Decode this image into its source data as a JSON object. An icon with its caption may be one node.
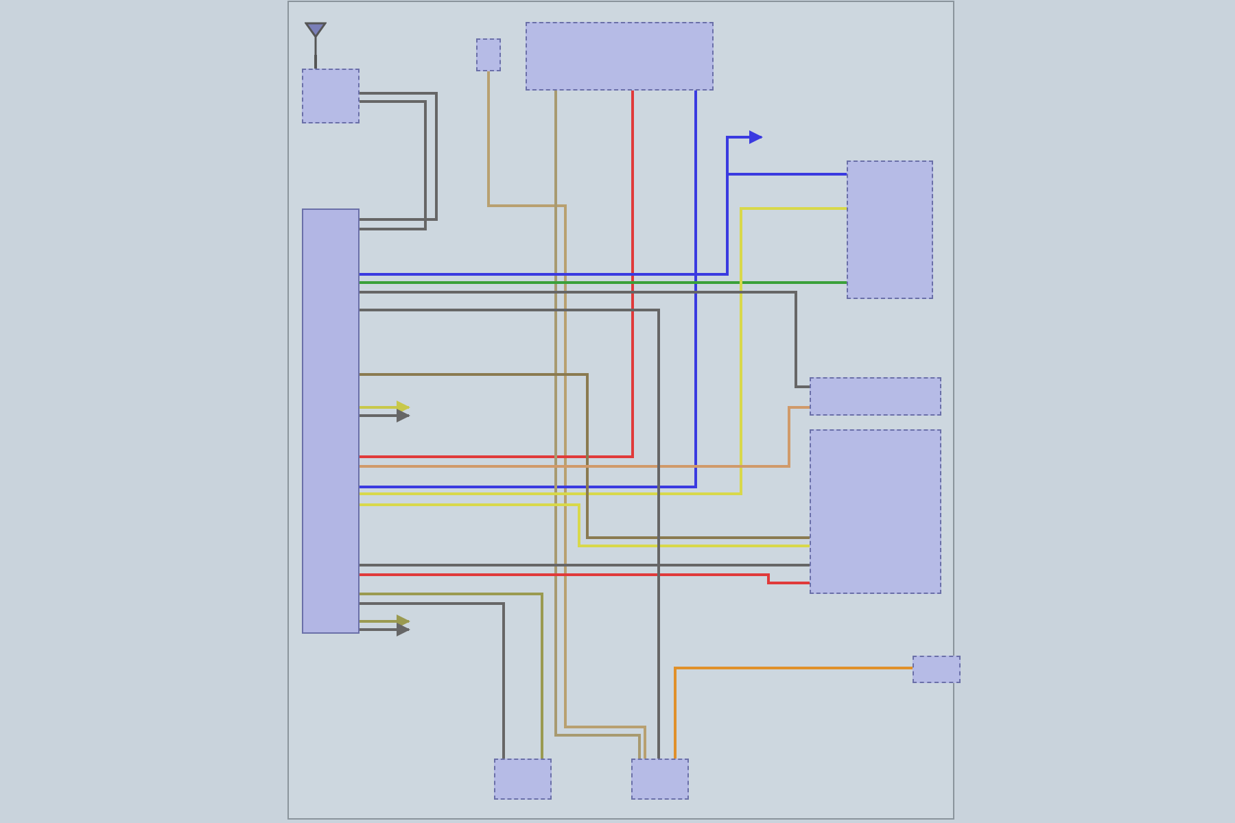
{
  "diagram": {
    "nodes": [
      {
        "text": [],
        "shape": "picture"
      },
      {
        "text": [],
        "shape": "box"
      },
      {
        "text": [],
        "shape": "box"
      },
      {
        "text": [],
        "shape": "box"
      },
      {
        "text": [],
        "shape": "box"
      },
      {
        "text": [],
        "shape": "box"
      },
      {
        "text": [],
        "shape": "box"
      },
      {
        "text": [],
        "shape": "box"
      },
      {
        "text": [],
        "shape": "box"
      },
      {
        "text": [],
        "shape": "box"
      },
      {
        "text": [],
        "shape": "box"
      }
    ],
    "edges": [
      {
        "from": 0,
        "to": 1,
        "arrow": "none",
        "color": "#555555"
      },
      {
        "from": 1,
        "to": 4,
        "arrow": "none"
      },
      {
        "from": 1,
        "to": 4,
        "arrow": "none"
      },
      {
        "from": 2,
        "to": 10,
        "arrow": "none",
        "color": "#b8a070"
      },
      {
        "from": 3,
        "to": 4,
        "arrow": "none",
        "color": "#e03a3a"
      },
      {
        "from": 3,
        "to": 4,
        "arrow": "none",
        "color": "#3a3ae0"
      },
      {
        "from": 3,
        "to": 10,
        "arrow": "none",
        "color": "#a89a70"
      },
      {
        "from": 4,
        "to": 5,
        "arrow": "none",
        "color": "#3a3ae0"
      },
      {
        "from": 5,
        "to": null,
        "arrow": "to",
        "color": "#3a3ae0"
      },
      {
        "from": 4,
        "to": 5,
        "arrow": "none",
        "color": "#3aa03a"
      },
      {
        "from": 4,
        "to": 5,
        "arrow": "none",
        "color": "#d8d84a"
      },
      {
        "from": 4,
        "to": 7,
        "arrow": "none",
        "color": "#d8d84a"
      },
      {
        "from": 4,
        "to": 7,
        "arrow": "none",
        "color": "#8a7a50"
      },
      {
        "from": 4,
        "to": 6,
        "arrow": "none"
      },
      {
        "from": 4,
        "to": 6,
        "arrow": "none",
        "color": "#d09a6a"
      },
      {
        "from": 4,
        "to": 7,
        "arrow": "none"
      },
      {
        "from": 4,
        "to": 7,
        "arrow": "none",
        "color": "#e03a3a"
      },
      {
        "from": 4,
        "to": 9,
        "arrow": "none",
        "color": "#9a9a50"
      },
      {
        "from": 4,
        "to": 9,
        "arrow": "none"
      },
      {
        "from": 4,
        "to": null,
        "arrow": "to",
        "color": "#c8c84a"
      },
      {
        "from": 4,
        "to": null,
        "arrow": "to"
      },
      {
        "from": 4,
        "to": null,
        "arrow": "to",
        "color": "#9a9a50"
      },
      {
        "from": 4,
        "to": null,
        "arrow": "to"
      },
      {
        "from": 8,
        "to": 10,
        "arrow": "none",
        "color": "#e0902a"
      },
      {
        "from": 4,
        "to": 10,
        "arrow": "none"
      }
    ]
  }
}
